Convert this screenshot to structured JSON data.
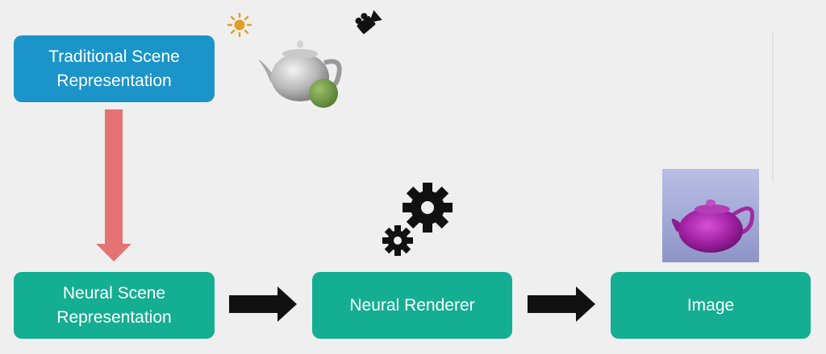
{
  "colors": {
    "background": "#efefef",
    "traditional_box": "#1b95c9",
    "neural_box": "#14ae92",
    "conversion_arrow": "#e57373",
    "flow_arrow": "#111111",
    "sun": "#e0a020",
    "teapot_render": "#a01fa0"
  },
  "nodes": {
    "traditional_scene": {
      "line1": "Traditional Scene",
      "line2": "Representation"
    },
    "neural_scene": {
      "line1": "Neural Scene",
      "line2": "Representation"
    },
    "neural_renderer": {
      "label": "Neural Renderer"
    },
    "image": {
      "label": "Image"
    }
  },
  "icons": [
    "sun-icon",
    "camera-icon",
    "teapot-icon",
    "gears-icon",
    "rendered-teapot-image"
  ]
}
